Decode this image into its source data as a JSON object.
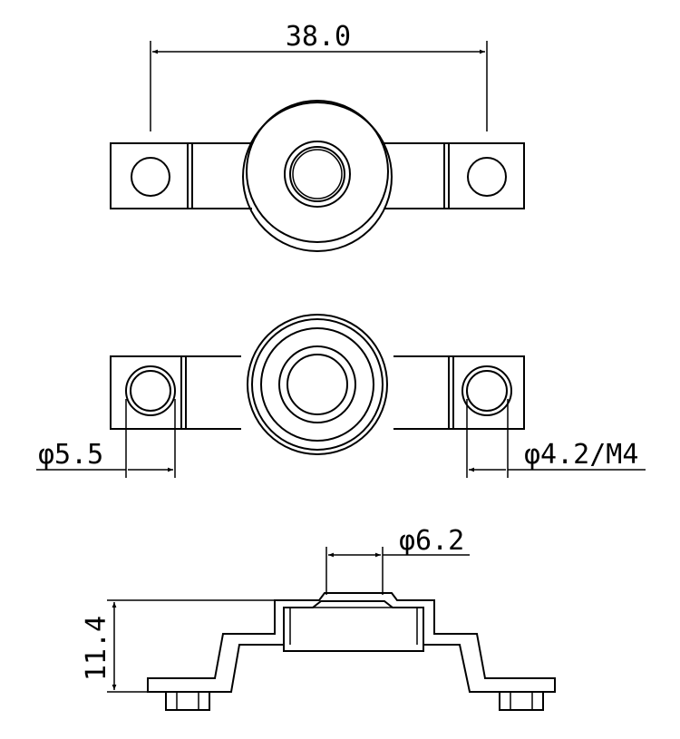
{
  "dimensions": {
    "overall_width": "38.0",
    "hole_left": "φ5.5",
    "hole_right": "φ4.2/M4",
    "bore": "φ6.2",
    "height": "11.4"
  },
  "colors": {
    "line": "#000000",
    "background": "#ffffff"
  }
}
